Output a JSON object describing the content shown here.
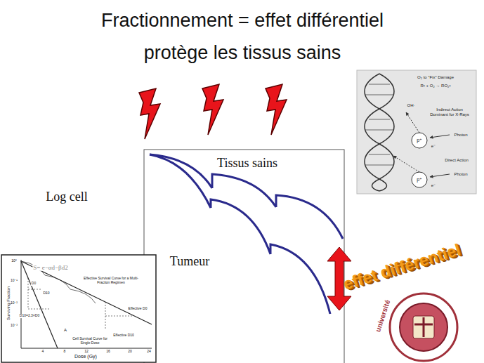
{
  "diagram": {
    "title": "Fractionnement = effet différentiel protège les tissus sains",
    "labels": [
      "Log cell",
      "Tissus sains",
      "Tumeur",
      "effet différentiel",
      "S= e−αd−βd2",
      "Surviving Fraction",
      "Dose (Gy)",
      "10⁰",
      "10⁻¹",
      "10⁻²",
      "10⁻³",
      "4",
      "8",
      "12",
      "16",
      "20",
      "24",
      "D0",
      "D10",
      "D10=2.3×D0",
      "Effective Survival Curve for a Multi-Fraction Regimen",
      "Effective D0",
      "Effective D10",
      "A",
      "Cell Survival Curve for Single Dose",
      "O₂ to \"Fix\" Damage",
      "R• + O₂ → RO₂•",
      "OH·",
      "Indirect Action Dominant for X-Rays",
      "Photon",
      "e⁻",
      "p⁺",
      "Photon",
      "e⁻",
      "p⁺",
      "Direct Action",
      "université"
    ]
  }
}
